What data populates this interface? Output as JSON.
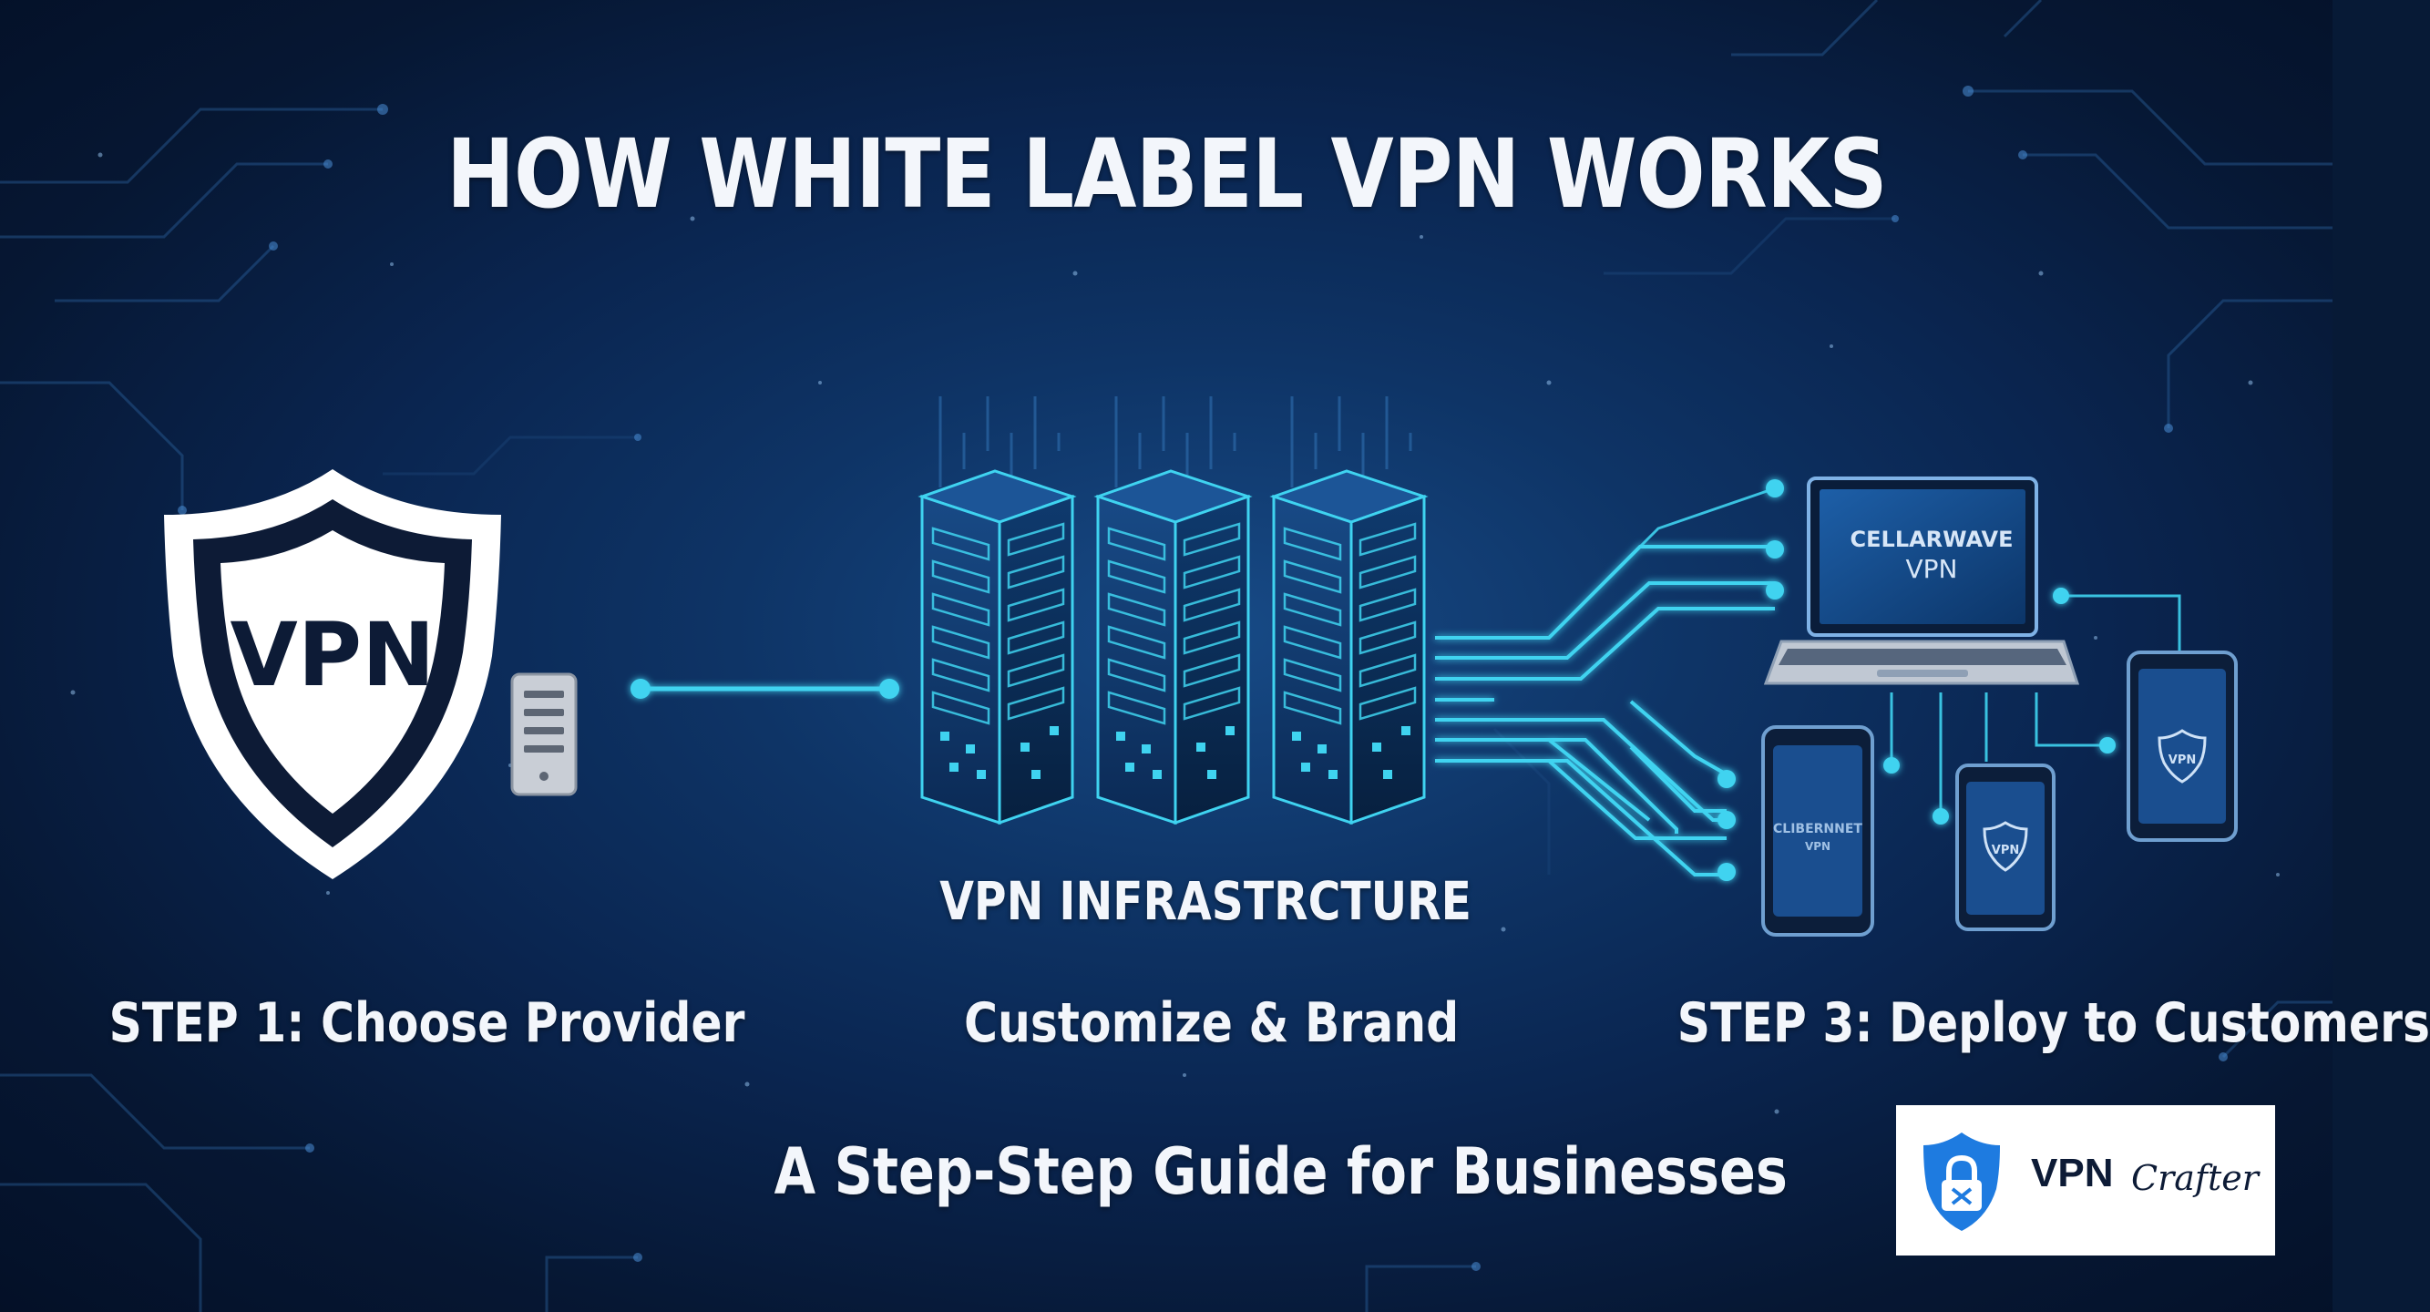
{
  "title": "HOW WHITE LABEL VPN WORKS",
  "shield_text": "VPN",
  "infrastructure_label": "VPN INFRASTRCTURE",
  "steps": [
    "STEP 1: Choose Provider",
    "Customize & Brand",
    "STEP 3: Deploy to Customers"
  ],
  "subtitle": "A Step-Step Guide for Businesses",
  "devices": {
    "laptop_line1": "CELLARWAVE",
    "laptop_line2": "VPN",
    "phone1_line1": "CLIBERNNET",
    "phone1_line2": "VPN",
    "phone2_badge": "VPN",
    "phone3_badge": "VPN"
  },
  "brand": {
    "name_bold": "VPN",
    "name_script": "Crafter"
  },
  "colors": {
    "background": "#0a2550",
    "accent_cyan": "#3fd3f0",
    "shield_navy": "#0d1b36",
    "brand_shield": "#1e7be0"
  }
}
